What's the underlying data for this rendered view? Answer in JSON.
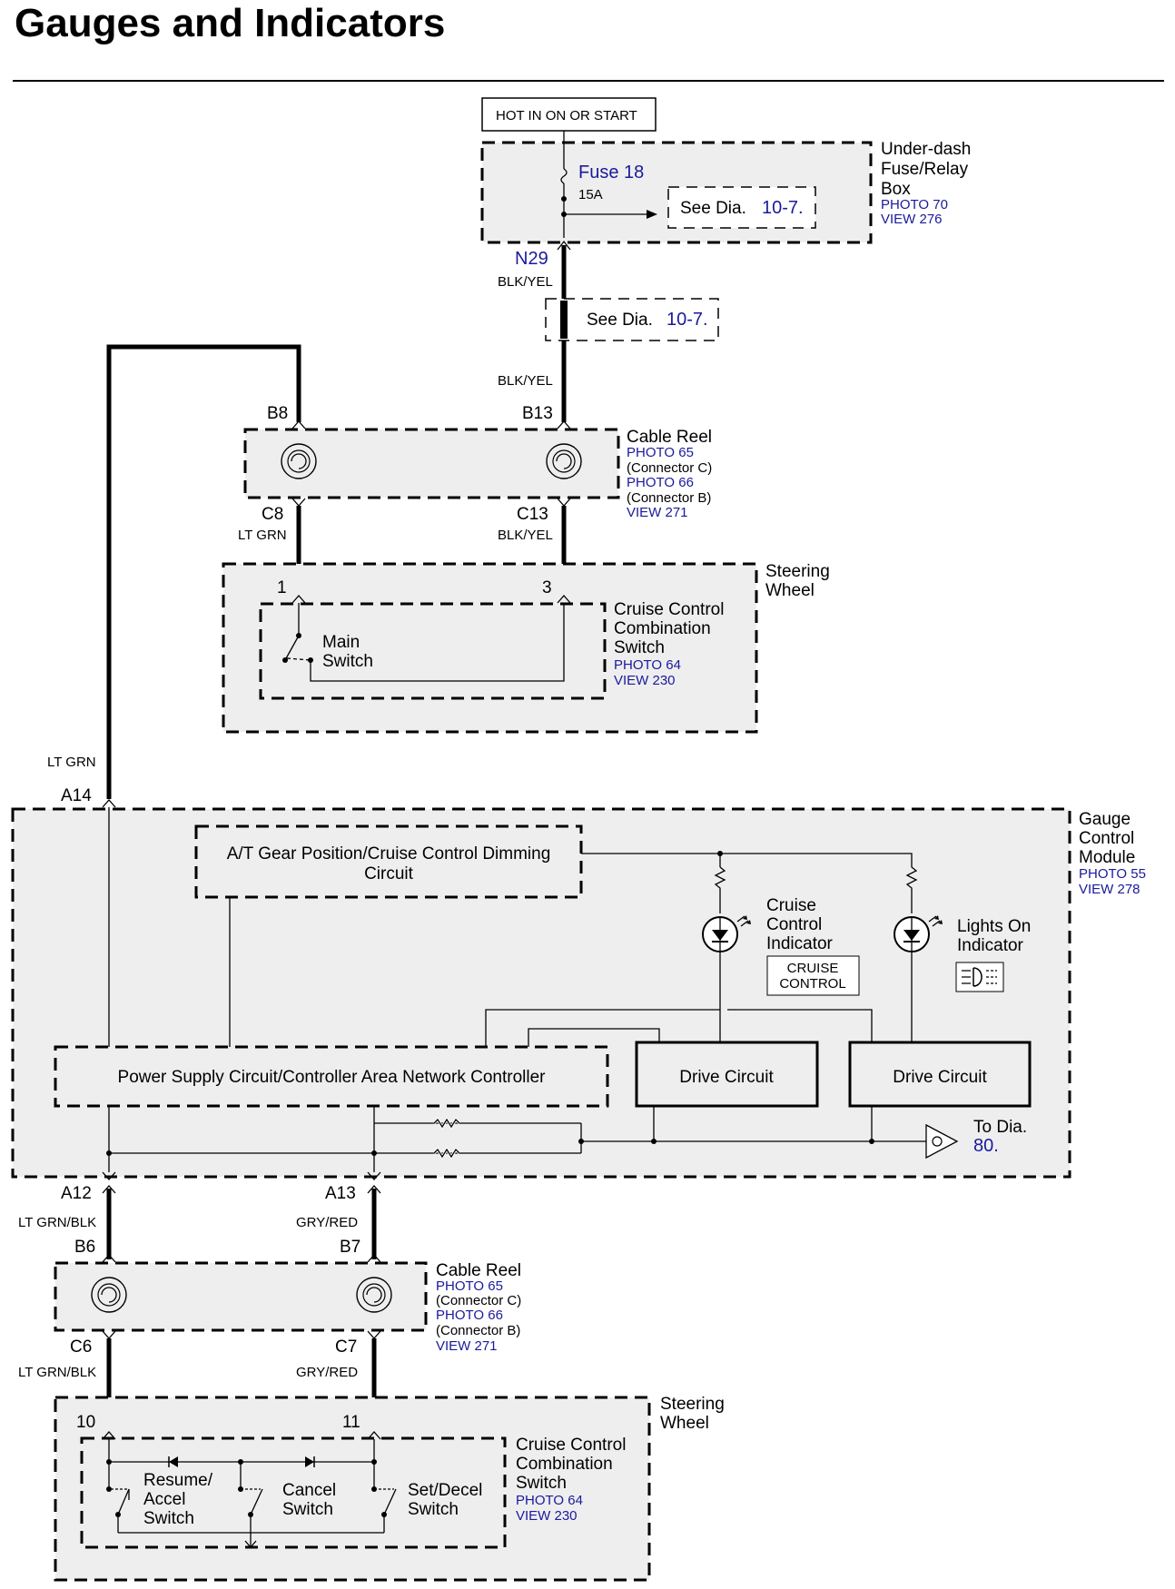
{
  "title": "Gauges and Indicators",
  "hot_label": "HOT IN ON OR START",
  "fuse_box": {
    "name_lines": [
      "Under-dash",
      "Fuse/Relay",
      "Box"
    ],
    "photo": "PHOTO 70",
    "view": "VIEW 276",
    "fuse_name": "Fuse 18",
    "fuse_rating": "15A",
    "see_dia": "See Dia.",
    "see_dia_ref": "10-7."
  },
  "n29": "N29",
  "wire_blk_yel": "BLK/YEL",
  "see_dia2": {
    "text": "See Dia.",
    "ref": "10-7."
  },
  "cable_reel_top": {
    "name": "Cable Reel",
    "photo_c": "PHOTO 65",
    "conn_c": "(Connector C)",
    "photo_b": "PHOTO 66",
    "conn_b": "(Connector B)",
    "view": "VIEW 271",
    "pins": {
      "b8": "B8",
      "b13": "B13",
      "c8": "C8",
      "c13": "C13"
    }
  },
  "wire_lt_grn": "LT GRN",
  "steering_top": {
    "name_lines": [
      "Steering",
      "Wheel"
    ],
    "pin1": "1",
    "pin3": "3",
    "switch_name_lines": [
      "Cruise Control",
      "Combination",
      "Switch"
    ],
    "photo": "PHOTO 64",
    "view": "VIEW 230",
    "main_switch_lines": [
      "Main",
      "Switch"
    ]
  },
  "a14": "A14",
  "gauge_module": {
    "name_lines": [
      "Gauge",
      "Control",
      "Module"
    ],
    "photo": "PHOTO 55",
    "view": "VIEW 278",
    "dimming_lines": [
      "A/T Gear Position/Cruise Control Dimming",
      "Circuit"
    ],
    "cruise_indicator_lines": [
      "Cruise",
      "Control",
      "Indicator"
    ],
    "cruise_badge_lines": [
      "CRUISE",
      "CONTROL"
    ],
    "lights_indicator_lines": [
      "Lights On",
      "Indicator"
    ],
    "power_supply": "Power Supply Circuit/Controller Area Network Controller",
    "drive_circuit_1": "Drive Circuit",
    "drive_circuit_2": "Drive Circuit",
    "to_dia": "To Dia.",
    "to_dia_ref": "80.",
    "pin_a12": "A12",
    "pin_a13": "A13"
  },
  "wire_lt_grn_blk": "LT GRN/BLK",
  "wire_gry_red": "GRY/RED",
  "cable_reel_bottom": {
    "name": "Cable Reel",
    "photo_c": "PHOTO 65",
    "conn_c": "(Connector C)",
    "photo_b": "PHOTO 66",
    "conn_b": "(Connector B)",
    "view": "VIEW 271",
    "pins": {
      "b6": "B6",
      "b7": "B7",
      "c6": "C6",
      "c7": "C7"
    }
  },
  "steering_bottom": {
    "name_lines": [
      "Steering",
      "Wheel"
    ],
    "pin10": "10",
    "pin11": "11",
    "switch_name_lines": [
      "Cruise Control",
      "Combination",
      "Switch"
    ],
    "photo": "PHOTO 64",
    "view": "VIEW 230",
    "resume_lines": [
      "Resume/",
      "Accel",
      "Switch"
    ],
    "cancel_lines": [
      "Cancel",
      "Switch"
    ],
    "setdecel_lines": [
      "Set/Decel",
      "Switch"
    ]
  }
}
